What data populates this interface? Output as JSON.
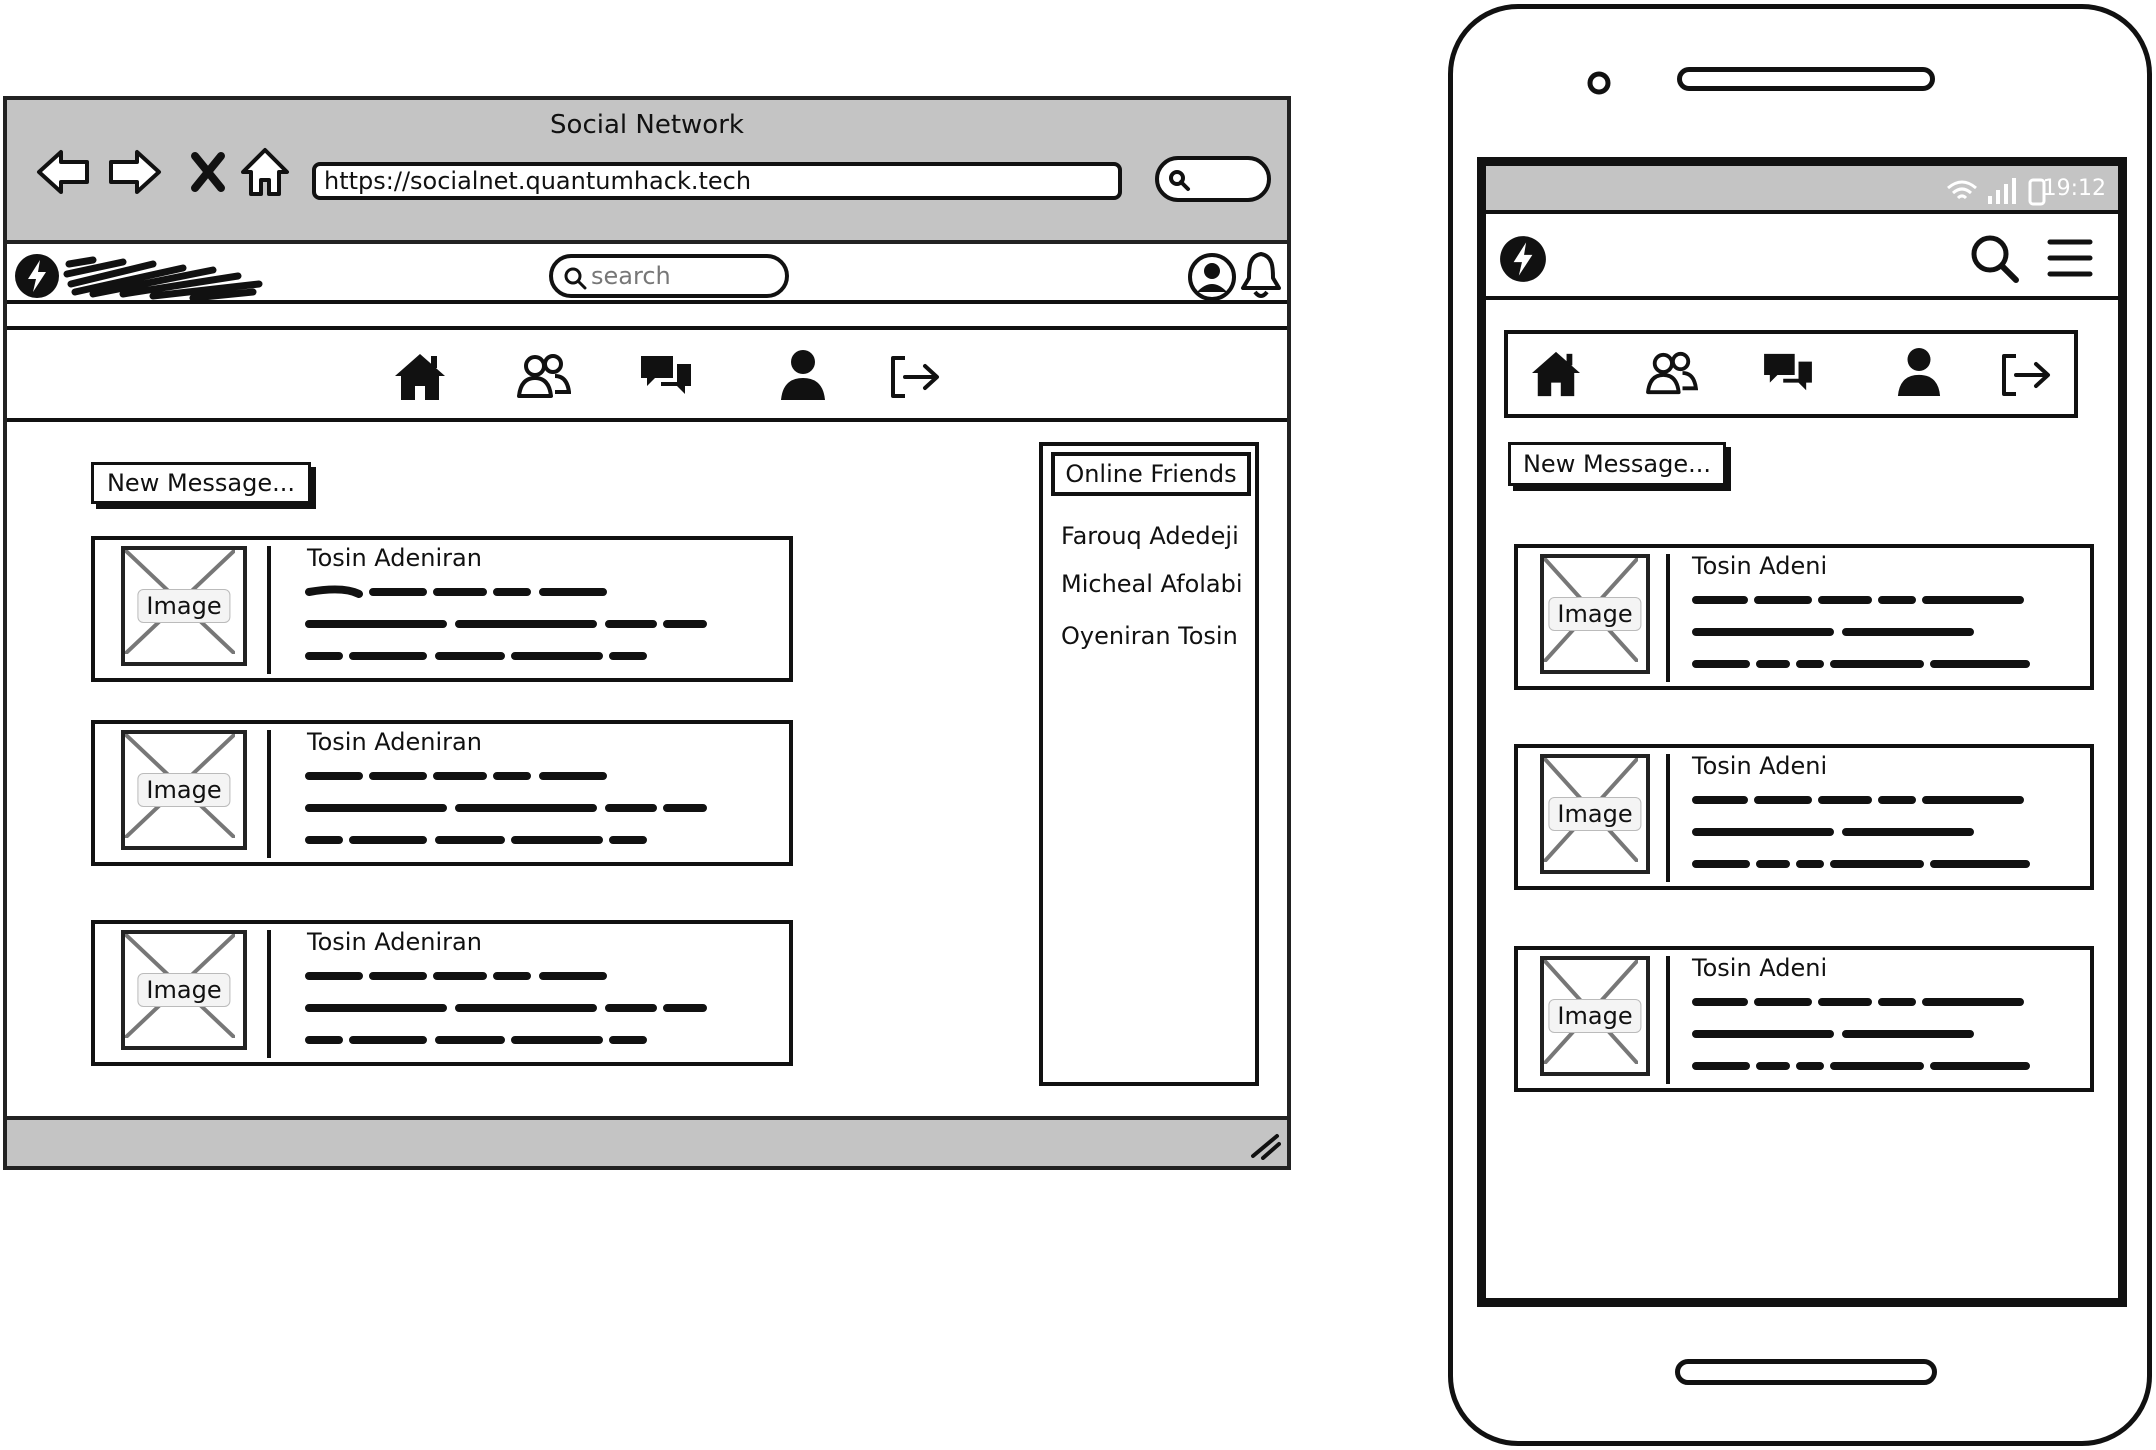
{
  "browser": {
    "title": "Social Network",
    "url": "https://socialnet.quantumhack.tech",
    "search_placeholder": "search",
    "new_message_label": "New Message...",
    "online_friends_title": "Online Friends",
    "online_friends": [
      "Farouq Adedeji",
      "Micheal Afolabi",
      "Oyeniran Tosin"
    ],
    "messages": [
      {
        "name": "Tosin Adeniran",
        "image_label": "Image"
      },
      {
        "name": "Tosin Adeniran",
        "image_label": "Image"
      },
      {
        "name": "Tosin Adeniran",
        "image_label": "Image"
      }
    ]
  },
  "phone": {
    "status_time": "19:12",
    "new_message_label": "New Message...",
    "messages": [
      {
        "name": "Tosin Adeni",
        "image_label": "Image"
      },
      {
        "name": "Tosin Adeni",
        "image_label": "Image"
      },
      {
        "name": "Tosin Adeni",
        "image_label": "Image"
      }
    ]
  },
  "nav_icons": [
    "home-icon",
    "friends-icon",
    "messages-icon",
    "profile-icon",
    "logout-icon"
  ]
}
